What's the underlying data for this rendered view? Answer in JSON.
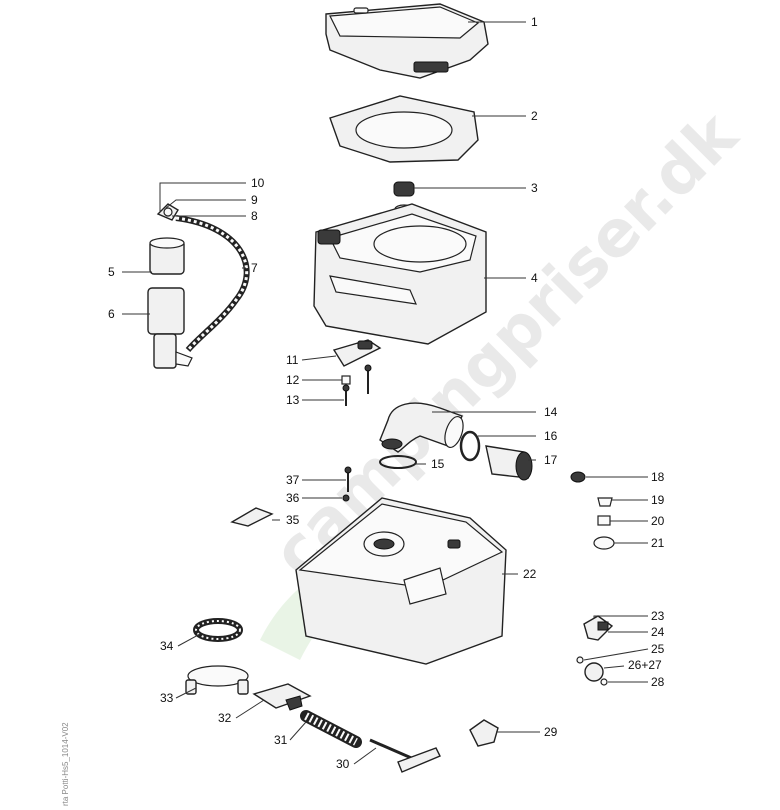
{
  "watermark": "campingpriser.dk",
  "doc_id": "rta Potti-Hs5_1014-V02",
  "labels": [
    "1",
    "2",
    "3",
    "4",
    "5",
    "6",
    "7",
    "8",
    "9",
    "10",
    "11",
    "12",
    "13",
    "14",
    "15",
    "16",
    "17",
    "18",
    "19",
    "20",
    "21",
    "22",
    "23",
    "24",
    "25",
    "26+27",
    "28",
    "29",
    "30",
    "31",
    "32",
    "33",
    "34",
    "35",
    "36",
    "37"
  ],
  "colors": {
    "line": "#222222",
    "fill": "#f1f1f1",
    "watermark": "#d8d8d8"
  }
}
